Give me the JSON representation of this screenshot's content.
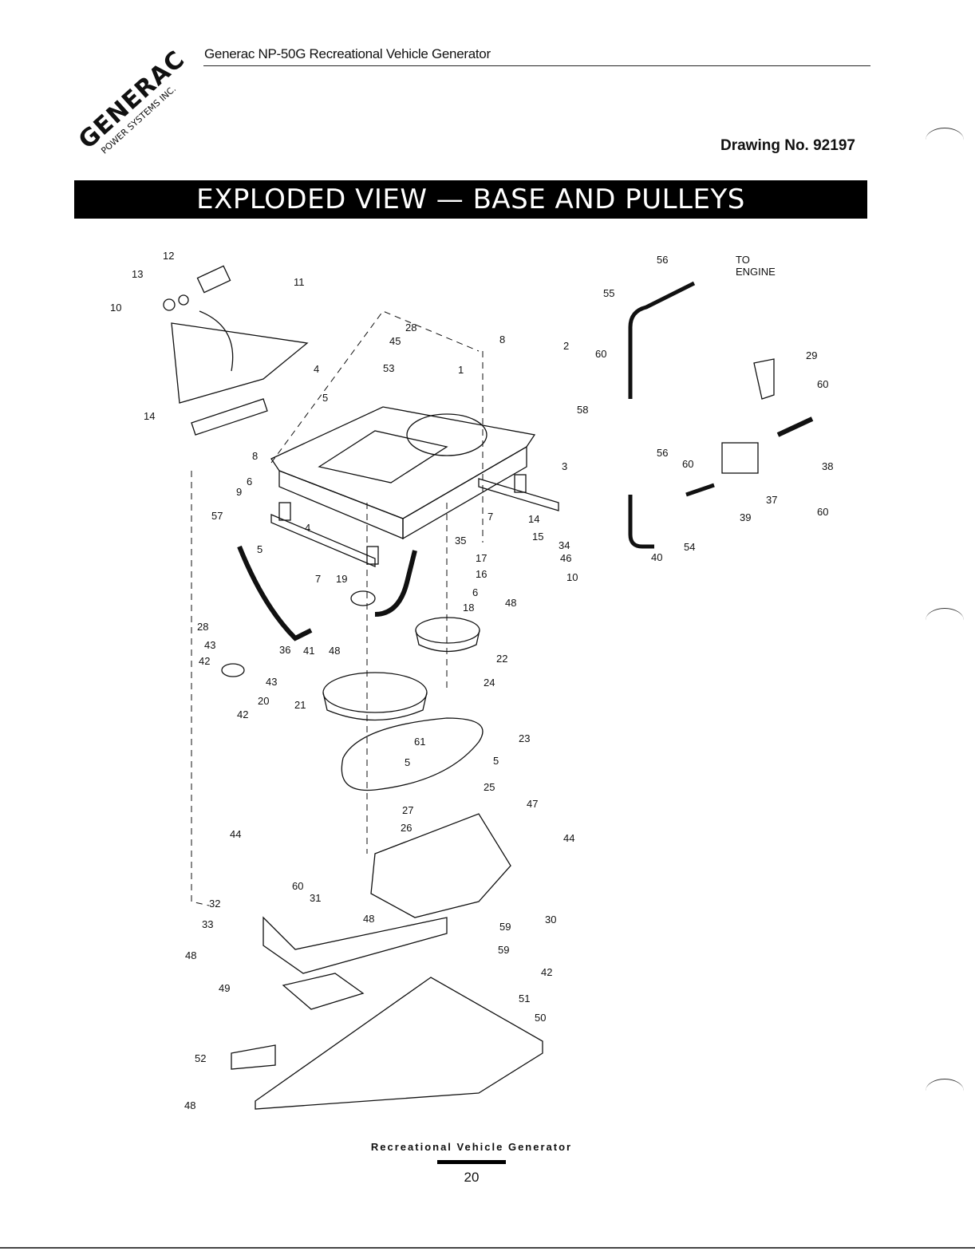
{
  "header": {
    "title": "Generac NP-50G Recreational Vehicle Generator",
    "logo_text": "GENERAC",
    "logo_subtext": "POWER SYSTEMS INC."
  },
  "drawing_number": "Drawing No. 92197",
  "banner_title": "EXPLODED VIEW — BASE AND PULLEYS",
  "diagram": {
    "to_engine_line1": "TO",
    "to_engine_line2": "ENGINE",
    "callouts": [
      "12",
      "13",
      "10",
      "11",
      "14",
      "28",
      "45",
      "53",
      "1",
      "8",
      "2",
      "60",
      "55",
      "56",
      "29",
      "60",
      "4",
      "5",
      "58",
      "8",
      "6",
      "9",
      "57",
      "5",
      "4",
      "7",
      "3",
      "56",
      "60",
      "38",
      "37",
      "60",
      "39",
      "54",
      "40",
      "14",
      "15",
      "34",
      "46",
      "10",
      "48",
      "35",
      "17",
      "16",
      "6",
      "18",
      "19",
      "28",
      "43",
      "42",
      "36",
      "41",
      "48",
      "22",
      "24",
      "43",
      "20",
      "21",
      "42",
      "23",
      "61",
      "5",
      "5",
      "25",
      "47",
      "27",
      "26",
      "44",
      "44",
      "60",
      "32",
      "31",
      "33",
      "48",
      "30",
      "59",
      "59",
      "42",
      "48",
      "49",
      "51",
      "50",
      "52",
      "48",
      "7"
    ],
    "colors": {
      "ink": "#111111",
      "banner": "#000000"
    }
  },
  "footer": {
    "caption": "Recreational Vehicle Generator",
    "page_number": "20"
  }
}
